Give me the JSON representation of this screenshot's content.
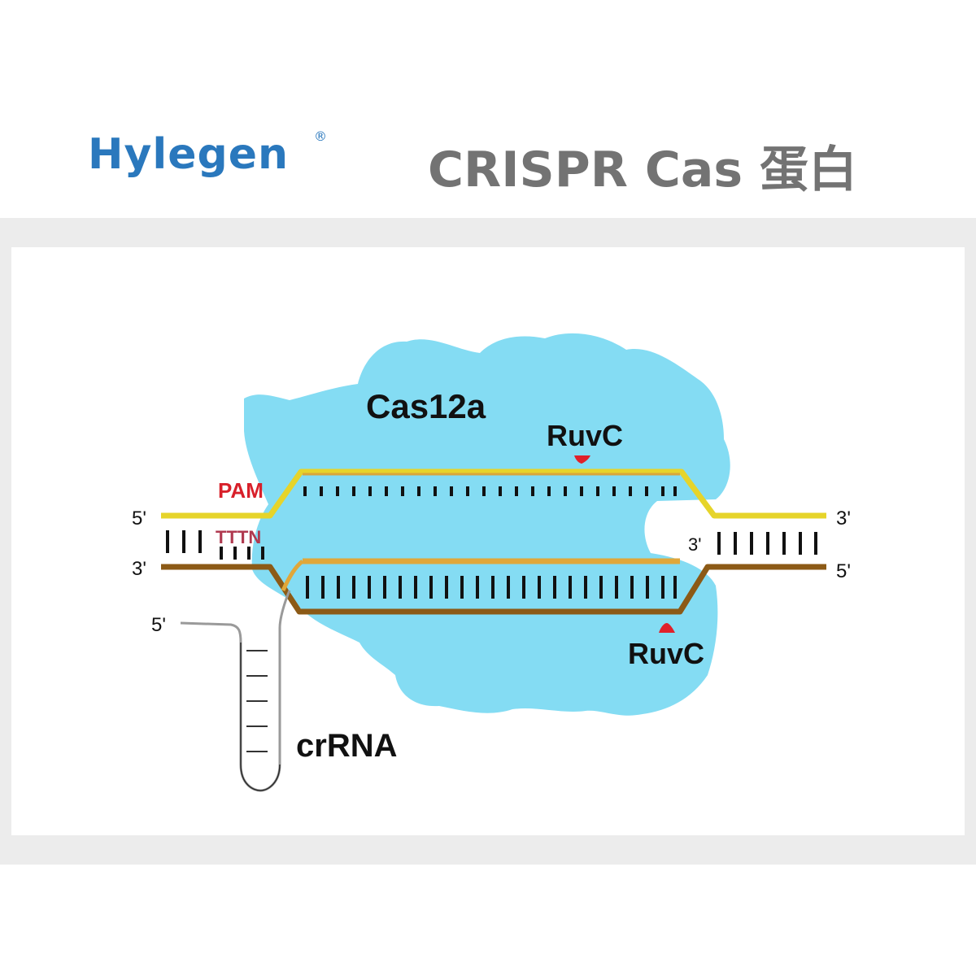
{
  "header": {
    "brand": "Hylegen",
    "registered_mark": "®",
    "title": "CRISPR Cas 蛋白"
  },
  "diagram": {
    "protein_label": "Cas12a",
    "ruvc_top": "RuvC",
    "ruvc_bottom": "RuvC",
    "pam_label": "PAM",
    "pam_sequence": "TTTN",
    "crrna_label": "crRNA",
    "end_5_top_left": "5'",
    "end_3_bottom_left": "3'",
    "end_5_crrna": "5'",
    "end_3_top_right": "3'",
    "end_5_bottom_right": "5'",
    "end_3_inner_right": "3'"
  },
  "colors": {
    "brand_blue": "#2a78bd",
    "title_gray": "#737373",
    "protein_blue": "#84dcf3",
    "target_strand_yellow": "#e6d42a",
    "non_target_strand_brown": "#8c5a16",
    "crrna_strand_orange": "#e0a73a",
    "pam_red": "#d8202a",
    "ruvc_red": "#e0202a"
  }
}
